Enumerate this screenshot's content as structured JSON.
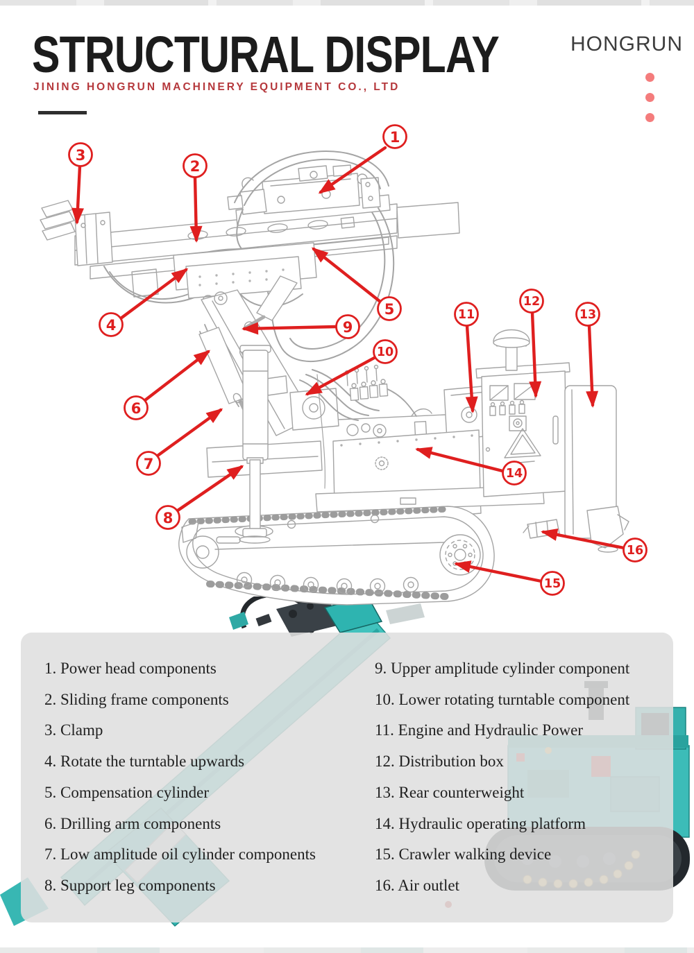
{
  "header": {
    "title": "STRUCTURAL DISPLAY",
    "subtitle": "JINING HONGRUN MACHINERY EQUIPMENT CO., LTD",
    "brand": "HONGRUN"
  },
  "colors": {
    "callout_red": "#df1f1f",
    "subtitle_red": "#b5383c",
    "dot_coral": "#f47c7c",
    "sketch_gray": "#a4a4a4",
    "panel_gray": "#dfdfdf",
    "photo_teal": "#3cbcb8"
  },
  "callouts": [
    "1",
    "2",
    "3",
    "4",
    "5",
    "6",
    "7",
    "8",
    "9",
    "10",
    "11",
    "12",
    "13",
    "14",
    "15",
    "16"
  ],
  "legend": {
    "left": [
      "1. Power head components",
      "2. Sliding frame components",
      "3. Clamp",
      "4. Rotate the turntable upwards",
      "5. Compensation cylinder",
      "6. Drilling arm components",
      "7. Low amplitude oil cylinder components",
      "8. Support leg components"
    ],
    "right": [
      "9. Upper amplitude cylinder component",
      "10. Lower rotating turntable component",
      "11. Engine and Hydraulic Power",
      "12. Distribution box",
      "13. Rear counterweight",
      "14. Hydraulic operating platform",
      "15. Crawler walking device",
      "16. Air outlet"
    ]
  }
}
